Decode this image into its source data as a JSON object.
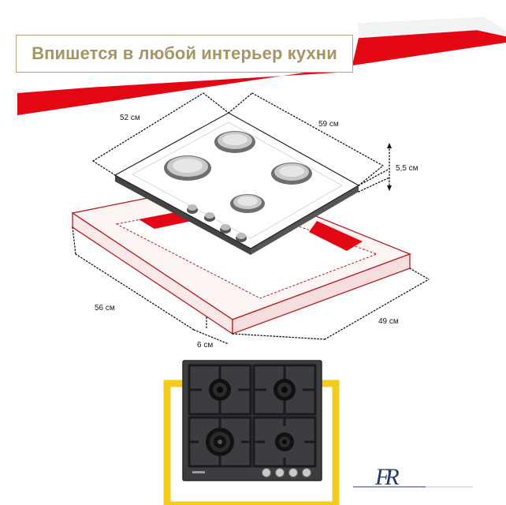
{
  "banner": {
    "headline": "Впишется в любой интерьер кухни"
  },
  "dimensions": {
    "hob_depth": "52 см",
    "hob_width": "59 см",
    "hob_height": "5,5 см",
    "cutout_width": "56 см",
    "cutout_depth": "49 см",
    "side_gap": "6 см"
  },
  "brand": {
    "logo_letters": "FR"
  },
  "colors": {
    "accent_red": "#e30613",
    "gold": "#a79566",
    "yellow": "#f2cd1f",
    "glass": "#3b3d40"
  }
}
